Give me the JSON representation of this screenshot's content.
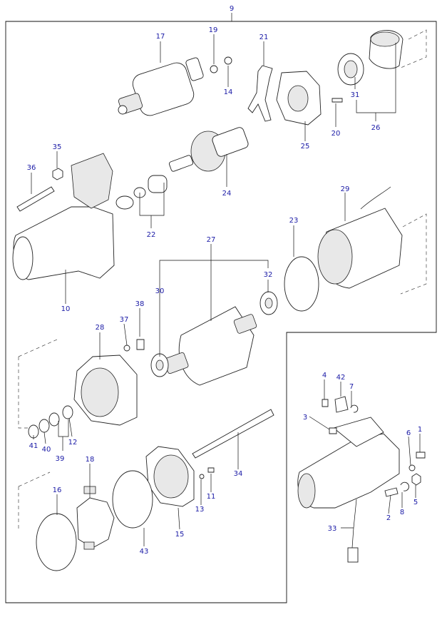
{
  "diagram": {
    "callouts": {
      "c1": "1",
      "c2": "2",
      "c3": "3",
      "c4": "4",
      "c5": "5",
      "c6": "6",
      "c7": "7",
      "c8": "8",
      "c9": "9",
      "c10": "10",
      "c11": "11",
      "c12": "12",
      "c13": "13",
      "c14": "14",
      "c15": "15",
      "c16": "16",
      "c17": "17",
      "c18": "18",
      "c19": "19",
      "c20": "20",
      "c21": "21",
      "c22": "22",
      "c23": "23",
      "c24": "24",
      "c25": "25",
      "c26": "26",
      "c27": "27",
      "c28": "28",
      "c29": "29",
      "c30": "30",
      "c31": "31",
      "c32": "32",
      "c33": "33",
      "c34": "34",
      "c35": "35",
      "c36": "36",
      "c37": "37",
      "c38": "38",
      "c39": "39",
      "c40": "40",
      "c41": "41",
      "c42": "42",
      "c43": "43"
    },
    "colors": {
      "callout_text": "#1a1aa6",
      "line": "#111111"
    }
  }
}
